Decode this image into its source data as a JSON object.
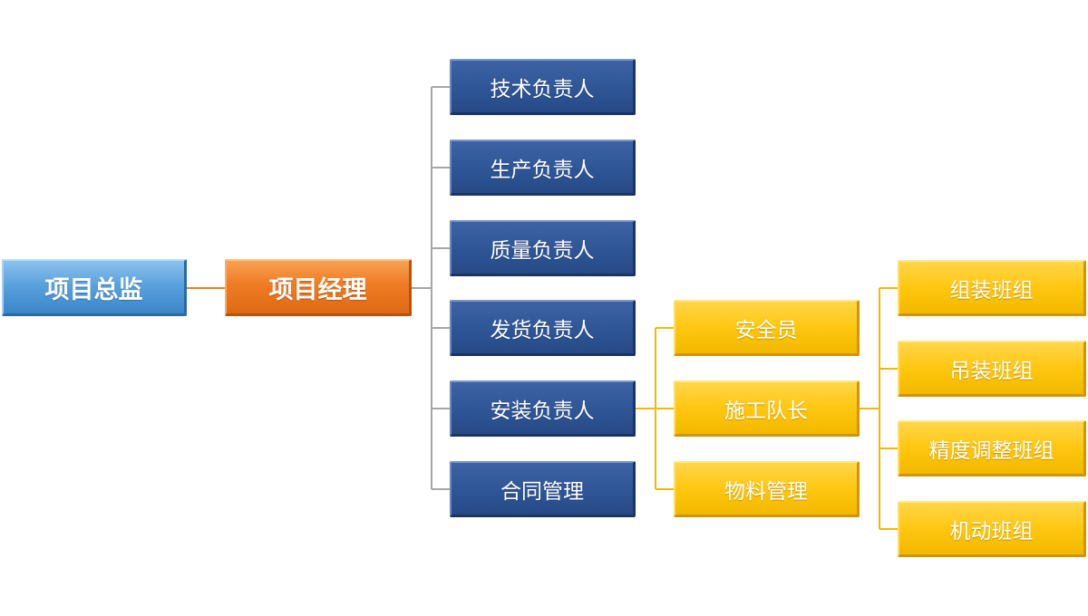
{
  "root": {
    "label": "项目总监"
  },
  "manager": {
    "label": "项目经理"
  },
  "leads": [
    {
      "label": "技术负责人"
    },
    {
      "label": "生产负责人"
    },
    {
      "label": "质量负责人"
    },
    {
      "label": "发货负责人"
    },
    {
      "label": "安装负责人"
    },
    {
      "label": "合同管理"
    }
  ],
  "install": [
    {
      "label": "安全员"
    },
    {
      "label": "施工队长"
    },
    {
      "label": "物料管理"
    }
  ],
  "teams": [
    {
      "label": "组装班组"
    },
    {
      "label": "吊装班组"
    },
    {
      "label": "精度调整班组"
    },
    {
      "label": "机动班组"
    }
  ],
  "colors": {
    "root": "#5aa2dd",
    "manager": "#ef7b23",
    "lead": "#2e5596",
    "yellow": "#ffc70f",
    "connector_orange": "#ef7b23",
    "connector_gray": "#a6a6a6",
    "connector_yellow": "#f5b800"
  }
}
